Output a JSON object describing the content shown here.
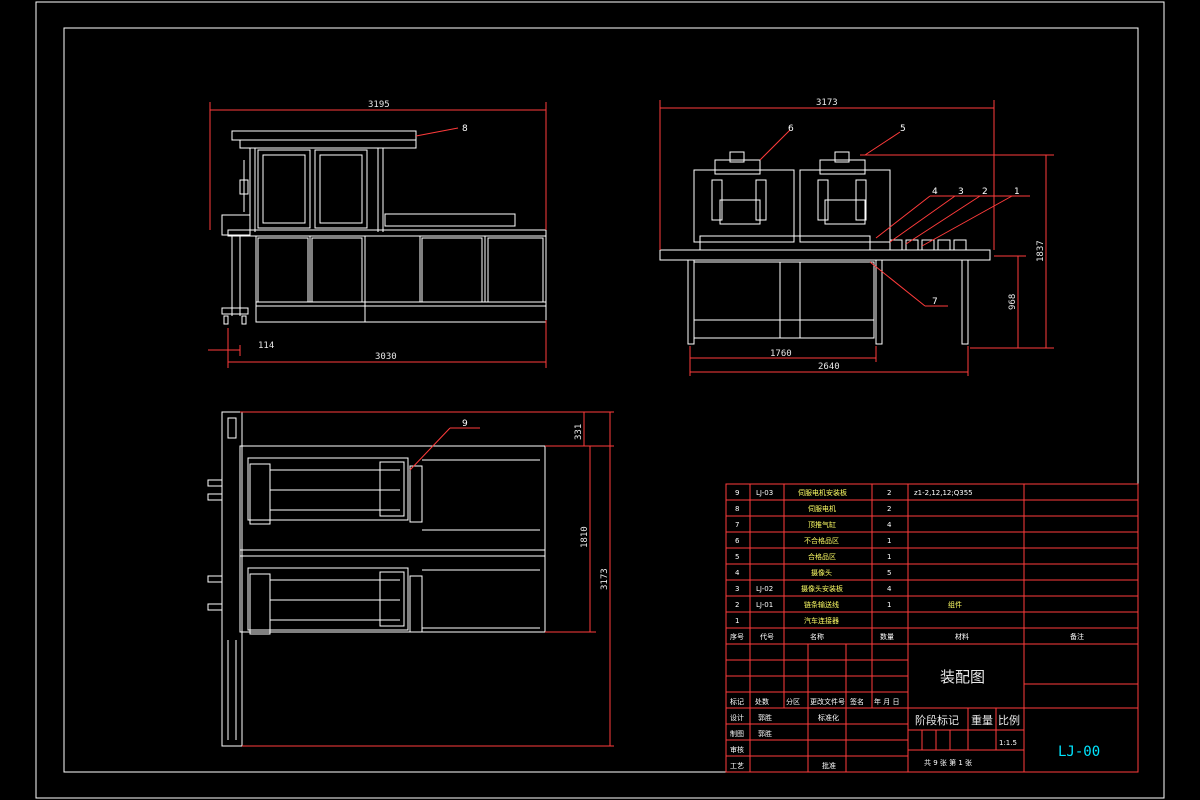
{
  "dimensions": {
    "front_top": "3195",
    "front_bottom": "3030",
    "front_left": "114",
    "side_top": "3173",
    "side_bottom1": "1760",
    "side_bottom2": "2640",
    "side_right_height": "1837",
    "side_right_lower": "968",
    "plan_right_top": "331",
    "plan_right_mid": "1810",
    "plan_right_total": "3173"
  },
  "balloons": {
    "b8": "8",
    "b6": "6",
    "b5": "5",
    "b4": "4",
    "b3": "3",
    "b2": "2",
    "b1": "1",
    "b7": "7",
    "b9": "9"
  },
  "parts_list": {
    "rows": [
      {
        "no": "9",
        "code": "LJ-03",
        "name": "伺服电机安装板",
        "qty": "2",
        "material": "z1-2,12,12;Q355",
        "note": ""
      },
      {
        "no": "8",
        "code": "",
        "name": "伺服电机",
        "qty": "2",
        "material": "",
        "note": ""
      },
      {
        "no": "7",
        "code": "",
        "name": "顶推气缸",
        "qty": "4",
        "material": "",
        "note": ""
      },
      {
        "no": "6",
        "code": "",
        "name": "不合格品区",
        "qty": "1",
        "material": "",
        "note": ""
      },
      {
        "no": "5",
        "code": "",
        "name": "合格品区",
        "qty": "1",
        "material": "",
        "note": ""
      },
      {
        "no": "4",
        "code": "",
        "name": "摄像头",
        "qty": "5",
        "material": "",
        "note": ""
      },
      {
        "no": "3",
        "code": "LJ-02",
        "name": "摄像头安装板",
        "qty": "4",
        "material": "",
        "note": ""
      },
      {
        "no": "2",
        "code": "LJ-01",
        "name": "链条输送线",
        "qty": "1",
        "material": "组件",
        "note": ""
      },
      {
        "no": "1",
        "code": "",
        "name": "汽车连接器",
        "qty": "",
        "material": "",
        "note": ""
      }
    ],
    "header": {
      "no": "序号",
      "code": "代号",
      "name": "名称",
      "qty": "数量",
      "material": "材料",
      "note": "备注"
    }
  },
  "title_block": {
    "drawing_title": "装配图",
    "labels": {
      "mark": "标记",
      "count": "处数",
      "zone": "分区",
      "change_doc": "更改文件号",
      "sign": "签名",
      "date": "年 月 日",
      "design": "设计",
      "design_name": "郭胜",
      "standardize": "标准化",
      "draw": "制图",
      "draw_name": "郭胜",
      "review": "审核",
      "process": "工艺",
      "approve": "批准",
      "stage": "阶段标记",
      "weight": "重量",
      "scale": "比例",
      "scale_value": "1:1.5",
      "sheets": "共 9 张  第 1 张"
    },
    "drawing_code": "LJ-00"
  },
  "colors": {
    "frame": "#ffffff",
    "dimension": "#ff3b3b",
    "table": "#ff3b3b",
    "geometry": "#ffffff",
    "code": "#00e5ff"
  }
}
